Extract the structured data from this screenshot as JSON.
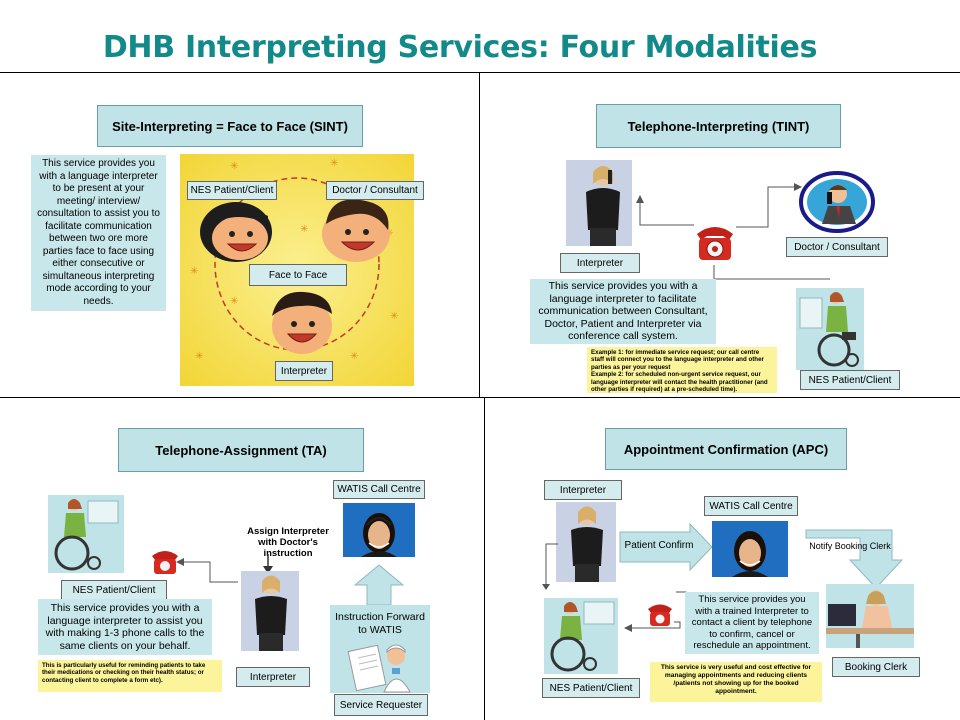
{
  "title": "DHB Interpreting Services: Four Modalities",
  "sint": {
    "heading": "Site-Interpreting = Face to Face (SINT)",
    "description": "This service provides you with a language interpreter to be present at your meeting/ interview/ consultation to assist you to facilitate communication between two ore more parties face to face using either consecutive or simultaneous interpreting mode according to your needs.",
    "patient_label": "NES Patient/Client",
    "doctor_label": "Doctor / Consultant",
    "center_label": "Face to Face",
    "interpreter_label": "Interpreter"
  },
  "tint": {
    "heading": "Telephone-Interpreting (TINT)",
    "interpreter_label": "Interpreter",
    "doctor_label": "Doctor / Consultant",
    "patient_label": "NES Patient/Client",
    "description": "This service provides you with a language interpreter to facilitate communication between Consultant, Doctor, Patient and Interpreter via conference call system.",
    "note": "Example 1: for immediate service request; our call centre staff will connect you to the language interpreter and other parties as per your request\nExample 2: for scheduled non-urgent service request, our language interpreter will contact the health practitioner (and other parties if required) at a pre-scheduled time)."
  },
  "ta": {
    "heading": "Telephone-Assignment (TA)",
    "call_centre_label": "WATIS Call Centre",
    "assign_text": "Assign Interpreter with Doctor's instruction",
    "patient_label": "NES Patient/Client",
    "description": "This service provides you with a language interpreter to assist you with making 1-3 phone calls to the same clients on your behalf.",
    "instruction_text": "Instruction Forward to WATIS",
    "interpreter_label": "Interpreter",
    "requester_label": "Service Requester",
    "note": "This is particularly useful for reminding patients to take their medications or checking on their health status; or contacting client to complete a form etc)."
  },
  "apc": {
    "heading": "Appointment Confirmation (APC)",
    "interpreter_label": "Interpreter",
    "call_centre_label": "WATIS Call Centre",
    "patient_confirm_text": "Patient Confirm",
    "notify_text": "Notify Booking Clerk",
    "description": "This service provides you with a trained Interpreter to contact a client by telephone to confirm, cancel or reschedule an appointment.",
    "patient_label": "NES Patient/Client",
    "clerk_label": "Booking Clerk",
    "note": "This service is very useful and cost effective for managing appointments and reducing clients /patients not showing up for the booked appointment."
  },
  "colors": {
    "title": "#138a8a",
    "heading_box": "#bfe3e6",
    "label_box": "#d4ecee",
    "note": "#fbf49a",
    "sint_background": "#f4dc3e"
  }
}
